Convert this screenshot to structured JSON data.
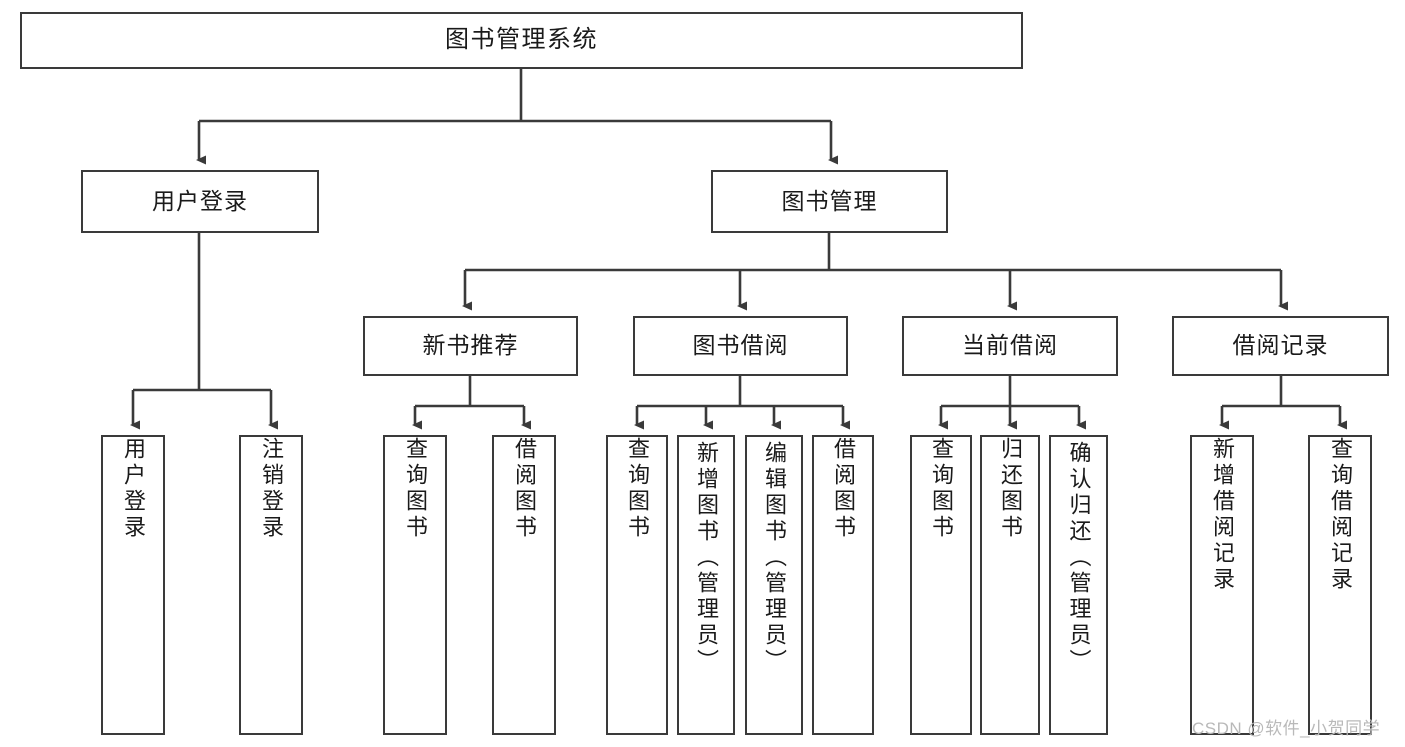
{
  "diagram": {
    "title": "图书管理系统",
    "type": "tree-hierarchy-diagram",
    "root": {
      "id": "root",
      "label": "图书管理系统"
    },
    "level2": [
      {
        "id": "user-login",
        "label": "用户登录"
      },
      {
        "id": "book-management",
        "label": "图书管理"
      }
    ],
    "level3": [
      {
        "id": "new-book-recommend",
        "label": "新书推荐"
      },
      {
        "id": "book-borrow",
        "label": "图书借阅"
      },
      {
        "id": "current-borrow",
        "label": "当前借阅"
      },
      {
        "id": "borrow-record",
        "label": "借阅记录"
      }
    ],
    "leaves": [
      {
        "id": "leaf-user-login",
        "label": "用户登录",
        "parent": "user-login"
      },
      {
        "id": "leaf-user-logout",
        "label": "注销登录",
        "parent": "user-login"
      },
      {
        "id": "leaf-query-book-1",
        "label": "查询图书",
        "parent": "new-book-recommend"
      },
      {
        "id": "leaf-borrow-book-1",
        "label": "借阅图书",
        "parent": "new-book-recommend"
      },
      {
        "id": "leaf-query-book-2",
        "label": "查询图书",
        "parent": "book-borrow"
      },
      {
        "id": "leaf-add-book",
        "label": "新增图书（管理员）",
        "parent": "book-borrow"
      },
      {
        "id": "leaf-edit-book",
        "label": "编辑图书（管理员）",
        "parent": "book-borrow"
      },
      {
        "id": "leaf-borrow-book-2",
        "label": "借阅图书",
        "parent": "book-borrow"
      },
      {
        "id": "leaf-query-book-3",
        "label": "查询图书",
        "parent": "current-borrow"
      },
      {
        "id": "leaf-return-book",
        "label": "归还图书",
        "parent": "current-borrow"
      },
      {
        "id": "leaf-confirm-return",
        "label": "确认归还（管理员）",
        "parent": "current-borrow"
      },
      {
        "id": "leaf-add-record",
        "label": "新增借阅记录",
        "parent": "borrow-record"
      },
      {
        "id": "leaf-query-record",
        "label": "查询借阅记录",
        "parent": "borrow-record"
      }
    ],
    "watermark": "CSDN @软件_小贺同学",
    "colors": {
      "stroke": "#3a3a3a",
      "fill": "#ffffff",
      "text": "#1a1a1a",
      "watermark": "#b9b9b9"
    }
  }
}
